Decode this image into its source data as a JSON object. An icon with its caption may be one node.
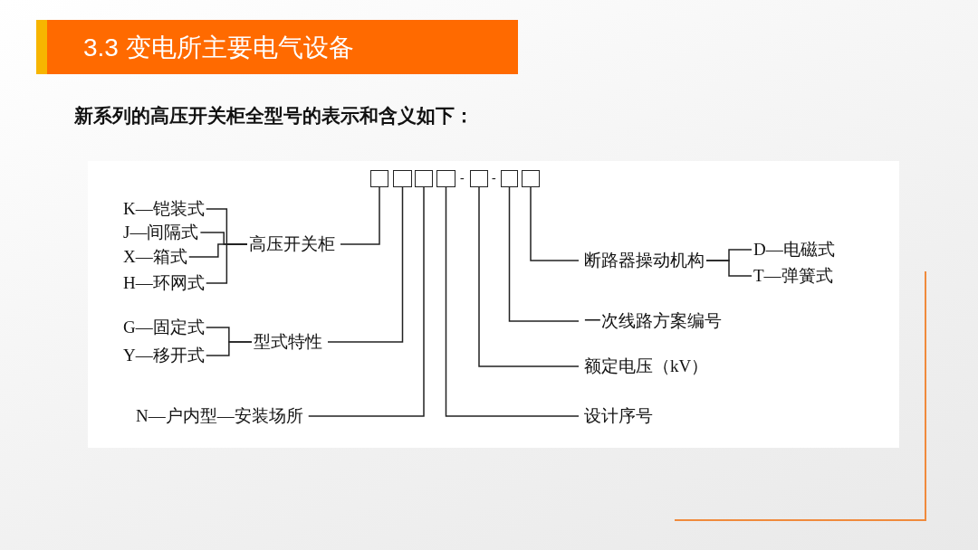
{
  "diagram": {
    "title": "3.3 变电所主要电气设备",
    "nodes": [
      {
        "text": [],
        "shape": "box"
      },
      {
        "text": [],
        "shape": "box"
      },
      {
        "text": [],
        "shape": "box"
      },
      {
        "text": [],
        "shape": "box"
      },
      {
        "text": [],
        "shape": "box"
      },
      {
        "text": [],
        "shape": "box"
      },
      {
        "text": [],
        "shape": "box"
      },
      {
        "text": [
          "K—铠装式"
        ]
      },
      {
        "text": [
          "J—间隔式"
        ]
      },
      {
        "text": [
          "X—箱式"
        ]
      },
      {
        "text": [
          "H—环网式"
        ]
      },
      {
        "text": [
          "高压开关柜"
        ]
      },
      {
        "text": [
          "断路器操动机构"
        ]
      },
      {
        "text": [
          "D—电磁式"
        ]
      },
      {
        "text": [
          "T—弹簧式"
        ]
      },
      {
        "text": [
          "G—固定式"
        ]
      },
      {
        "text": [
          "Y—移开式"
        ]
      },
      {
        "text": [
          "型式特性"
        ]
      },
      {
        "text": [
          "一次线路方案编号"
        ]
      },
      {
        "text": [
          "额定电压（kV）"
        ]
      },
      {
        "text": [
          "N—户内型—安装场所"
        ]
      },
      {
        "text": [
          "设计序号"
        ]
      }
    ],
    "edges": [
      {
        "from": 11,
        "to": 7,
        "arrow": "none"
      },
      {
        "from": 11,
        "to": 8,
        "arrow": "none"
      },
      {
        "from": 11,
        "to": 9,
        "arrow": "none"
      },
      {
        "from": 11,
        "to": 10,
        "arrow": "none"
      },
      {
        "from": 11,
        "to": 0,
        "arrow": "none"
      },
      {
        "from": 17,
        "to": 15,
        "arrow": "none"
      },
      {
        "from": 17,
        "to": 16,
        "arrow": "none"
      },
      {
        "from": 17,
        "to": 1,
        "arrow": "none"
      },
      {
        "from": 20,
        "to": 2,
        "arrow": "none"
      },
      {
        "from": 21,
        "to": 3,
        "arrow": "none"
      },
      {
        "from": 19,
        "to": 4,
        "arrow": "none"
      },
      {
        "from": 18,
        "to": 5,
        "arrow": "none"
      },
      {
        "from": 12,
        "to": 6,
        "arrow": "none"
      },
      {
        "from": 12,
        "to": 13,
        "arrow": "none"
      },
      {
        "from": 12,
        "to": 14,
        "arrow": "none"
      }
    ],
    "labels": [
      "新系列的高压开关柜全型号的表示和含义如下：",
      "-",
      "-"
    ]
  }
}
